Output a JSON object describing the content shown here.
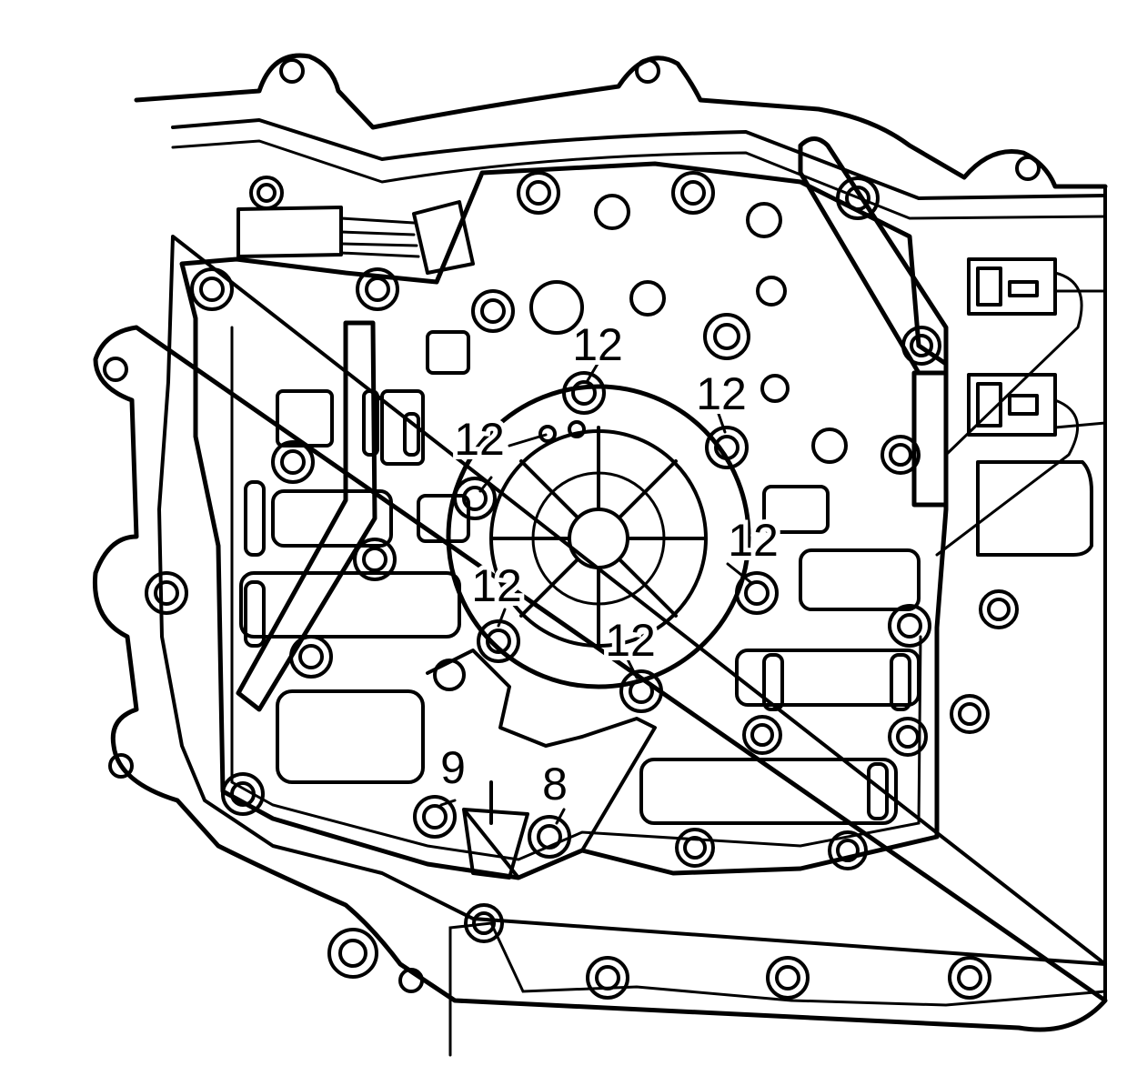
{
  "diagram": {
    "callouts": [
      "12",
      "12",
      "12",
      "12",
      "12",
      "12",
      "9",
      "8"
    ]
  }
}
